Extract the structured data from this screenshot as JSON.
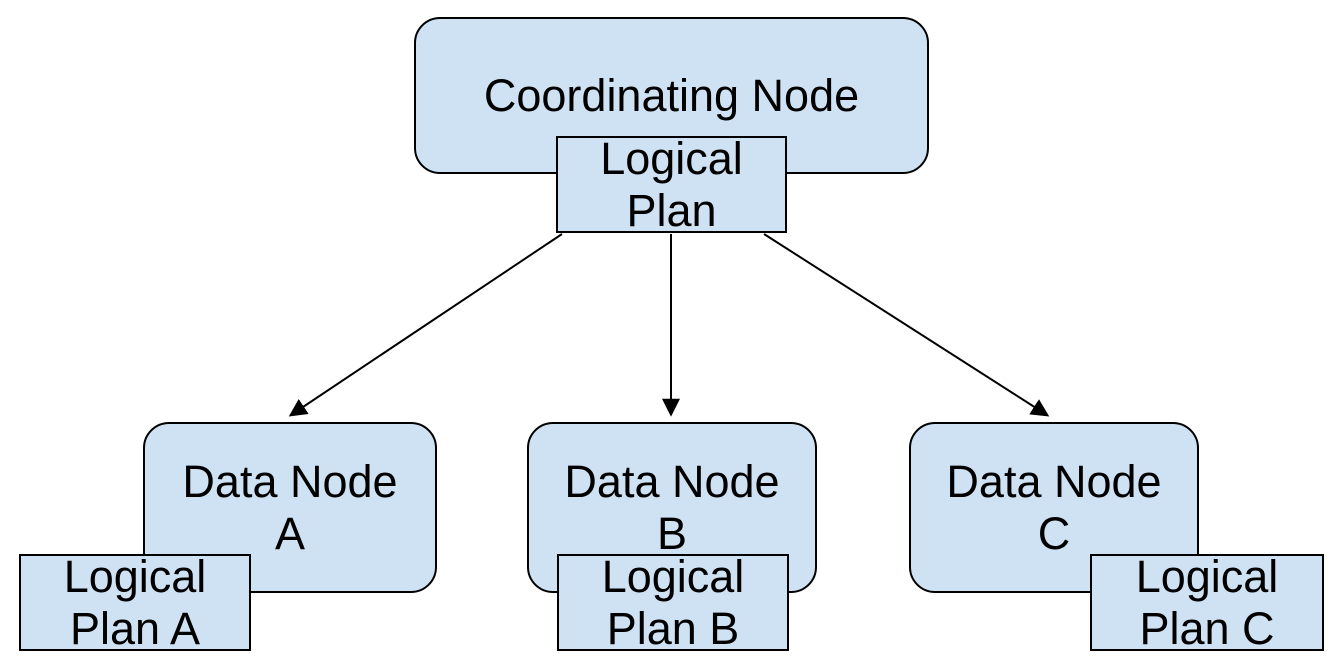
{
  "diagram": {
    "title": "Coordinating node distributing logical plans to data nodes",
    "colors": {
      "node_fill": "#cfe2f3",
      "node_border": "#000000",
      "arrow": "#000000",
      "background": "#ffffff"
    },
    "nodes": {
      "coordinating": {
        "label": "Coordinating Node"
      },
      "coordinating_plan": {
        "line1": "Logical",
        "line2": "Plan"
      },
      "data_node_a": {
        "line1": "Data Node",
        "line2": "A"
      },
      "data_node_b": {
        "line1": "Data Node",
        "line2": "B"
      },
      "data_node_c": {
        "line1": "Data Node",
        "line2": "C"
      },
      "plan_a": {
        "line1": "Logical",
        "line2": "Plan A"
      },
      "plan_b": {
        "line1": "Logical",
        "line2": "Plan B"
      },
      "plan_c": {
        "line1": "Logical",
        "line2": "Plan C"
      }
    }
  }
}
